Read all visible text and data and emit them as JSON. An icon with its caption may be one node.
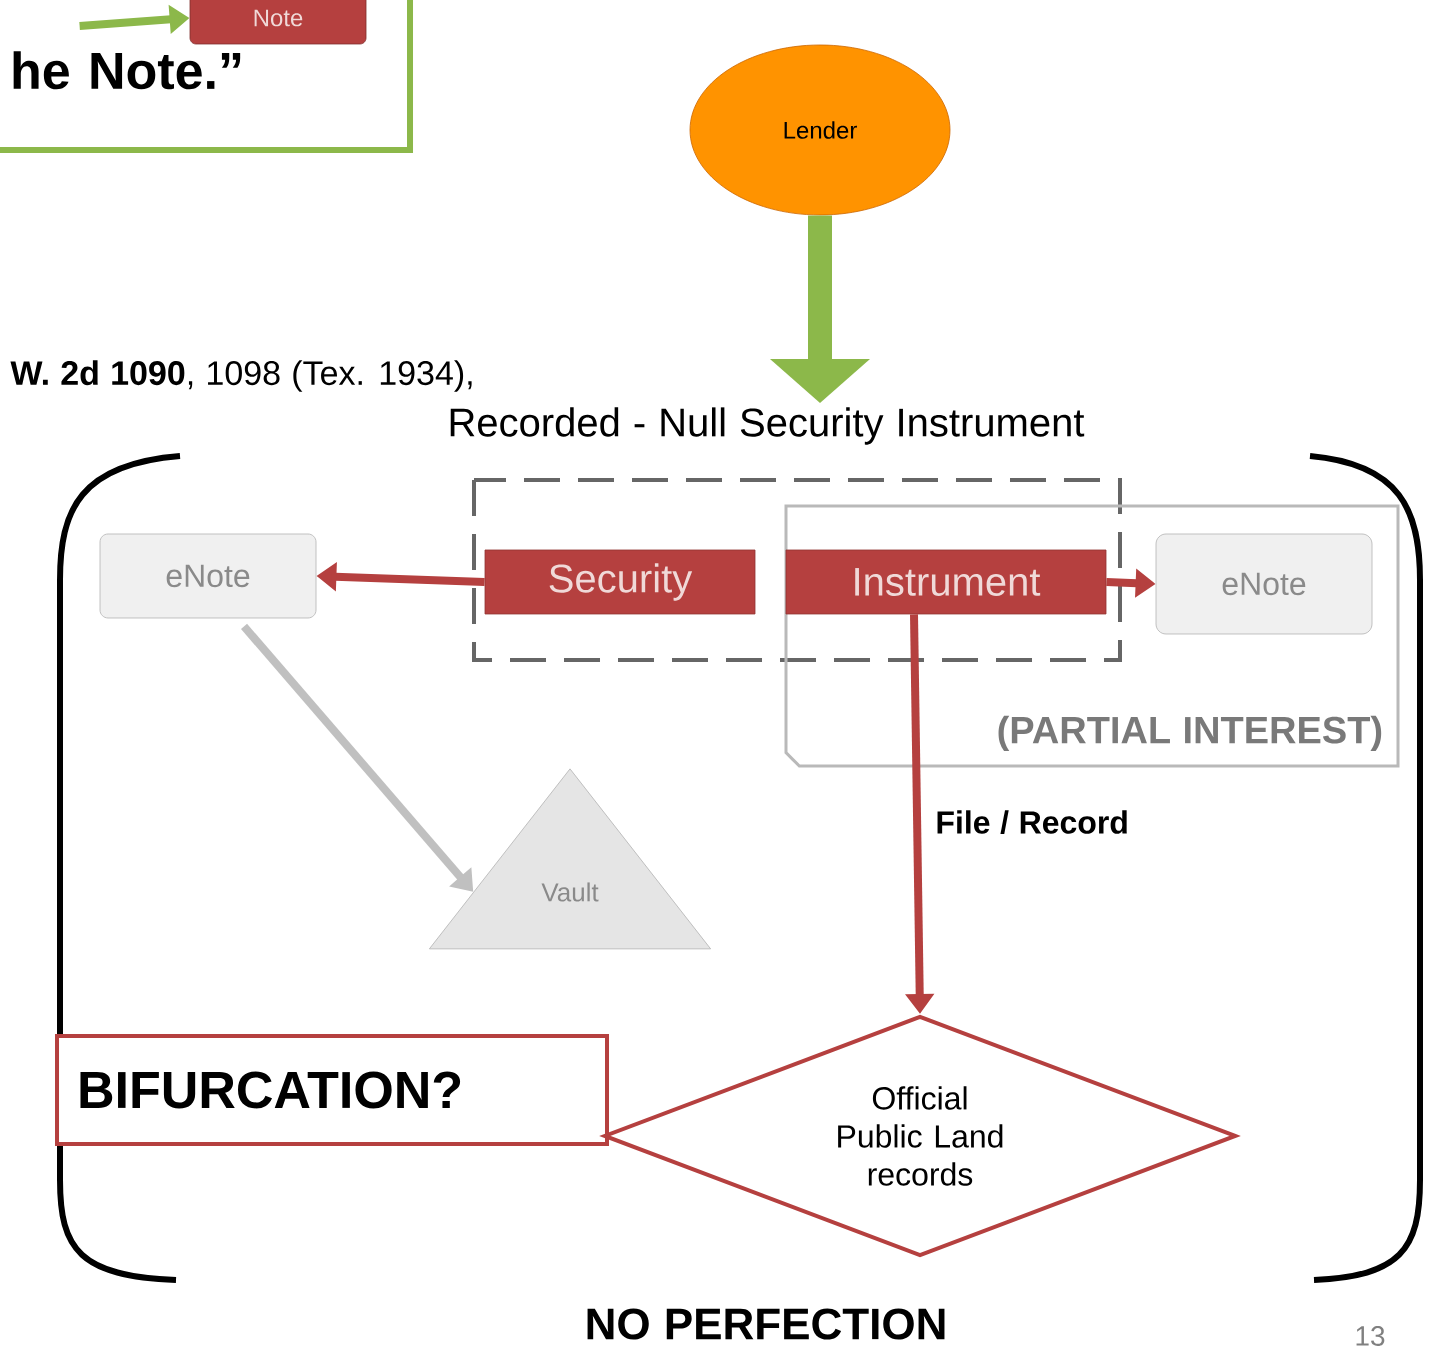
{
  "diagram": {
    "nodes": [
      {
        "text": [
          "he Note.”"
        ]
      },
      {
        "text": [
          "Note"
        ],
        "in": 0
      },
      {
        "text": [
          "Lender"
        ]
      },
      {
        "text": [
          "Recorded  - Null  Security Instrument"
        ]
      },
      {
        "text": [
          "eNote"
        ]
      },
      {
        "text": [
          "Security"
        ]
      },
      {
        "text": [
          "(PARTIAL INTEREST)"
        ]
      },
      {
        "text": [
          "Instrument"
        ],
        "in": 6
      },
      {
        "text": [
          "eNote"
        ],
        "in": 6
      },
      {
        "text": [
          "Vault"
        ]
      },
      {
        "text": [
          "BIFURCATION?"
        ]
      },
      {
        "text": [
          "Official Public Land records"
        ]
      }
    ],
    "edges": [
      {
        "from": null,
        "to": 1,
        "arrow": "to",
        "color": "#8cb84a"
      },
      {
        "from": 2,
        "to": 3,
        "arrow": "to",
        "style": "thick",
        "color": "#8cb84a"
      },
      {
        "from": 5,
        "to": 4,
        "arrow": "to"
      },
      {
        "from": 7,
        "to": 8,
        "arrow": "to"
      },
      {
        "from": 4,
        "to": 9,
        "arrow": "to",
        "color": "#c0c0c0"
      },
      {
        "from": 7,
        "to": 11,
        "arrow": "to",
        "label": "File / Record"
      }
    ],
    "labels": [
      "**W. 2d 1090**, 1098 (Tex. 1934),",
      "NO PERFECTION",
      "13"
    ]
  }
}
